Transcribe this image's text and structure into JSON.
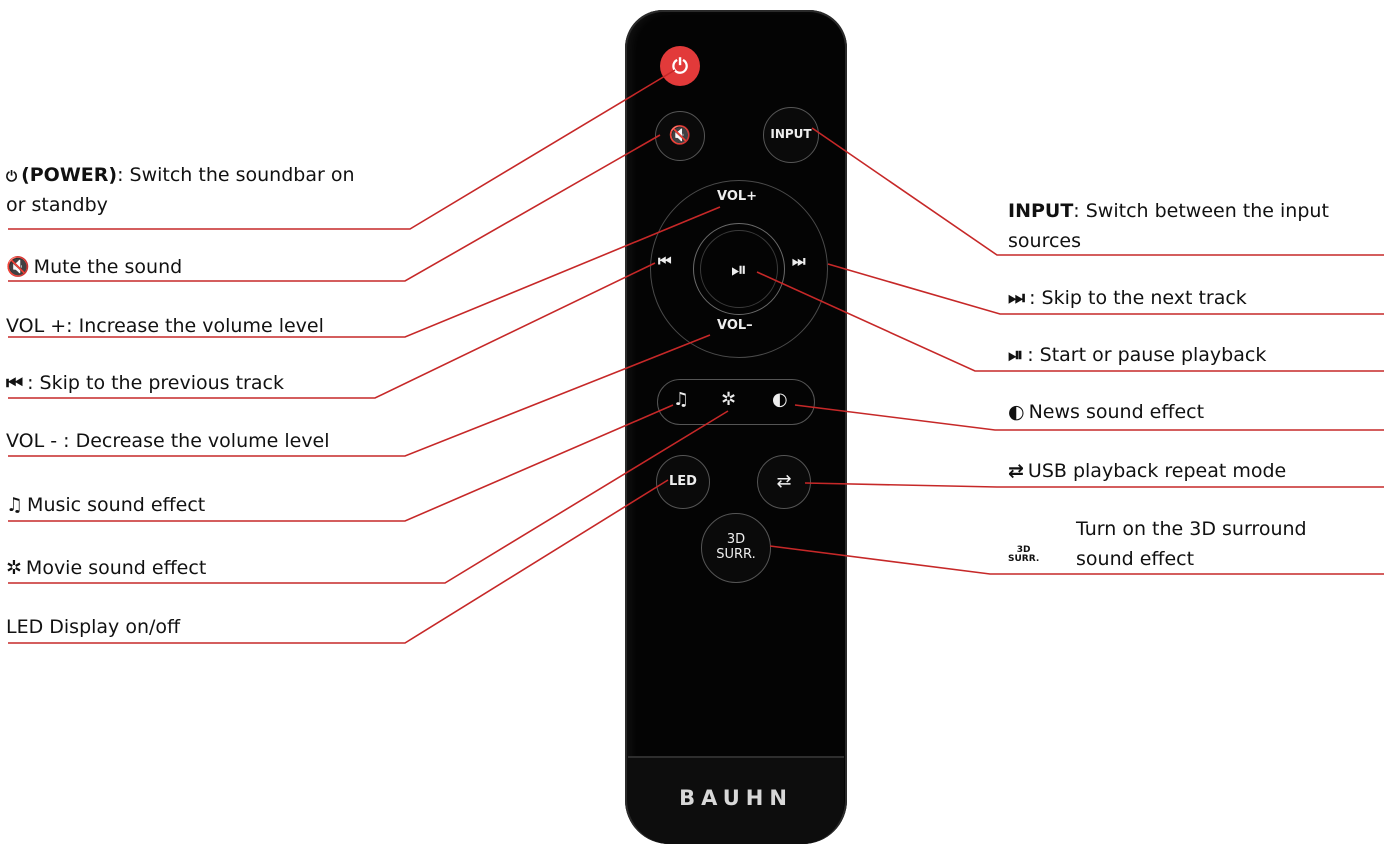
{
  "brand": "BAUHN",
  "remote_buttons": {
    "power_symbol": "⏻",
    "mute_symbol": "🔇",
    "input_label": "INPUT",
    "vol_up_label": "VOL+",
    "vol_down_label": "VOL–",
    "prev_symbol": "⏮",
    "next_symbol": "⏭",
    "play_pause_symbol": "⏯",
    "music_symbol": "♫",
    "movie_symbol": "✲",
    "news_symbol": "◐",
    "led_label": "LED",
    "repeat_symbol": "⇄",
    "surr_line1": "3D",
    "surr_line2": "SURR."
  },
  "annotations_left": {
    "power_symbol": "⏻",
    "power_bold": "(POWER)",
    "power_text": ": Switch the soundbar on",
    "power_text2": "or standby",
    "mute_symbol": "🔇",
    "mute_text": "Mute the sound",
    "volup_text": "VOL +: Increase the volume level",
    "prev_symbol": "⏮",
    "prev_text": ": Skip to the previous track",
    "voldown_text": "VOL - : Decrease the volume level",
    "music_symbol": "♫",
    "music_text": "Music sound effect",
    "movie_symbol": "✲",
    "movie_text": "Movie sound effect",
    "led_text": "LED Display on/off"
  },
  "annotations_right": {
    "input_bold": "INPUT",
    "input_text": ": Switch between the input",
    "input_text2": "sources",
    "next_symbol": "⏭",
    "next_text": ": Skip to the next track",
    "play_symbol": "⏯",
    "play_text": ": Start or pause playback",
    "news_symbol": "◐",
    "news_text": "News sound effect",
    "repeat_symbol": "⇄",
    "repeat_text": "USB playback repeat mode",
    "surr_line1": "Turn on the 3D surround",
    "surr_line2": "sound effect",
    "surr_sym1": "3D",
    "surr_sym2": "SURR."
  },
  "colors": {
    "leader_line": "#c62828",
    "power_button": "#e23a3a",
    "remote_body": "#040404"
  }
}
